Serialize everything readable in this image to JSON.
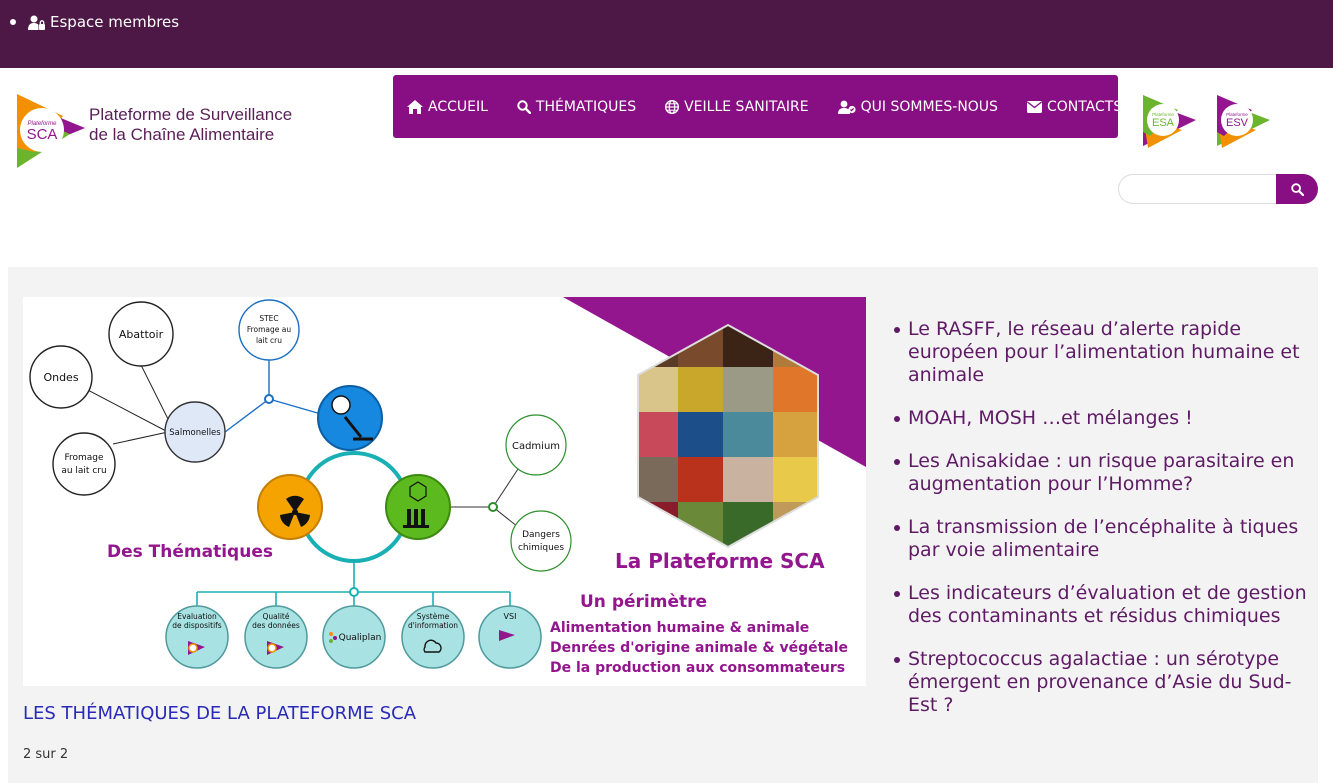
{
  "topbar": {
    "member_link": "Espace membres"
  },
  "logo": {
    "badge_top": "Plateforme",
    "badge": "SCA",
    "line1": "Plateforme de Surveillance",
    "line2": "de la Chaîne Alimentaire"
  },
  "nav": {
    "items": [
      {
        "label": "ACCUEIL",
        "icon": "home-icon"
      },
      {
        "label": "THÉMATIQUES",
        "icon": "search-icon"
      },
      {
        "label": "VEILLE SANITAIRE",
        "icon": "globe-icon"
      },
      {
        "label": "QUI SOMMES-NOUS",
        "icon": "users-icon"
      },
      {
        "label": "CONTACTS",
        "icon": "envelope-icon"
      }
    ]
  },
  "badges": {
    "esa": {
      "top": "Plateforme",
      "label": "ESA"
    },
    "esv": {
      "top": "Plateforme",
      "label": "ESV"
    }
  },
  "search": {
    "placeholder": "",
    "value": ""
  },
  "banner": {
    "nodes": {
      "abattoir": "Abattoir",
      "ondes": "Ondes",
      "stec_1": "STEC",
      "stec_2": "Fromage au",
      "stec_3": "lait cru",
      "salmonelles": "Salmonelles",
      "fromage_1": "Fromage",
      "fromage_2": "au lait cru",
      "cadmium": "Cadmium",
      "dangers_1": "Dangers",
      "dangers_2": "chimiques",
      "evaluation_1": "Evaluation",
      "evaluation_2": "de dispositifs",
      "qualite_1": "Qualité",
      "qualite_2": "des données",
      "qualiplan": "Qualiplan",
      "systeme_1": "Système",
      "systeme_2": "d'information",
      "vsi": "VSI"
    },
    "thematiques_label": "Des Thématiques",
    "platform_title": "La Plateforme SCA",
    "perimetre_title": "Un périmètre",
    "perimetre_lines": [
      "Alimentation humaine & animale",
      "Denrées d'origine animale & végétale",
      "De la production aux consommateurs"
    ]
  },
  "article": {
    "title": "LES THÉMATIQUES DE LA PLATEFORME SCA",
    "pager": "2 sur 2"
  },
  "news": [
    "Le RASFF, le réseau d’alerte rapide européen pour l’alimentation humaine et animale",
    "MOAH, MOSH …et mélanges !",
    "Les Anisakidae : un risque parasitaire en augmentation pour l’Homme?",
    "La transmission de l’encéphalite à tiques par voie alimentaire",
    "Les indicateurs d’évaluation et de gestion des contaminants et résidus chimiques",
    "Streptococcus agalactiae : un sérotype émergent en provenance d’Asie du Sud-Est ?"
  ],
  "colors": {
    "topbar": "#4d1746",
    "nav": "#880f83",
    "link": "#2a2ab8",
    "news": "#5f1a66",
    "logo_orange": "#f29100",
    "logo_green": "#6bb52e",
    "logo_purple": "#93168f"
  }
}
